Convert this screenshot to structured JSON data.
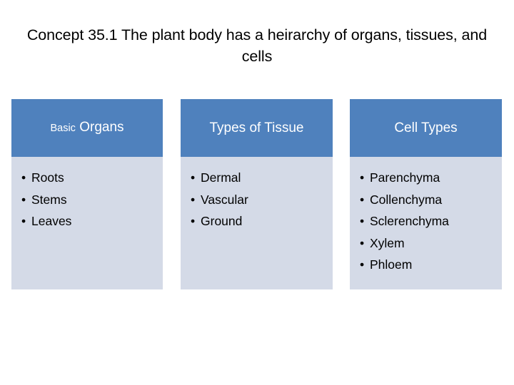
{
  "slide": {
    "title": "Concept 35.1 The plant body has a heirarchy of organs, tissues, and cells",
    "background_color": "#ffffff",
    "header_color": "#4F81BD",
    "body_color": "#D4DAE7",
    "bullet_glyph": "•",
    "columns": [
      {
        "header_small": "Basic",
        "header_large": "Organs",
        "header_full": "Basic Organs",
        "items": [
          "Roots",
          "Stems",
          "Leaves"
        ]
      },
      {
        "header_small": "",
        "header_large": "Types of Tissue",
        "header_full": "Types of Tissue",
        "items": [
          "Dermal",
          "Vascular",
          "Ground"
        ]
      },
      {
        "header_small": "",
        "header_large": "Cell Types",
        "header_full": "Cell Types",
        "items": [
          "Parenchyma",
          "Collenchyma",
          "Sclerenchyma",
          "Xylem",
          "Phloem"
        ]
      }
    ]
  }
}
